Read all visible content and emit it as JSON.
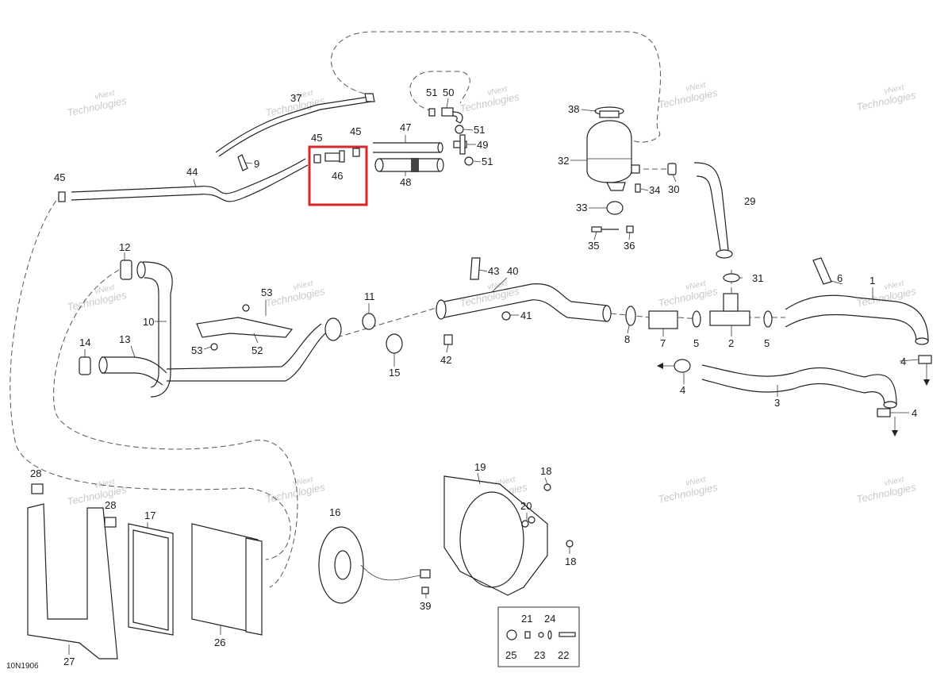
{
  "figure": {
    "code": "10N1906"
  },
  "watermark": {
    "line1": "vNext",
    "line2": "Technologies"
  },
  "highlight": {
    "color": "#d62828",
    "part": "46"
  },
  "callouts": [
    "1",
    "2",
    "3",
    "4",
    "5",
    "6",
    "7",
    "8",
    "9",
    "10",
    "11",
    "12",
    "13",
    "14",
    "15",
    "16",
    "17",
    "18",
    "19",
    "20",
    "21",
    "22",
    "23",
    "24",
    "25",
    "26",
    "27",
    "28",
    "29",
    "30",
    "31",
    "32",
    "33",
    "34",
    "35",
    "36",
    "37",
    "38",
    "39",
    "40",
    "41",
    "42",
    "43",
    "44",
    "45",
    "46",
    "47",
    "48",
    "49",
    "50",
    "51",
    "52",
    "53"
  ]
}
